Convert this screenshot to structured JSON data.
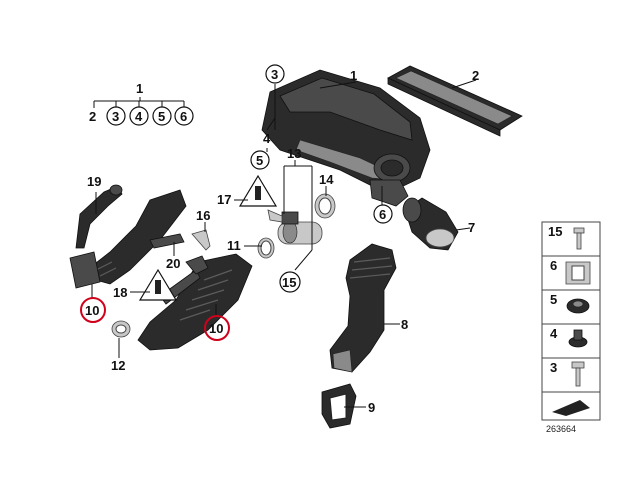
{
  "diagram": {
    "tree": {
      "root": "1",
      "children": [
        "2",
        "3",
        "4",
        "5",
        "6"
      ]
    },
    "callouts": {
      "c1": "1",
      "c2": "2",
      "c3": "3",
      "c4": "4",
      "c5": "5",
      "c6": "6",
      "c7": "7",
      "c8": "8",
      "c9": "9",
      "c10a": "10",
      "c10b": "10",
      "c11": "11",
      "c12": "12",
      "c13": "13",
      "c14": "14",
      "c15": "15",
      "c16": "16",
      "c17": "17",
      "c18": "18",
      "c19": "19",
      "c20": "20"
    },
    "legend": {
      "rows": [
        "15",
        "6",
        "5",
        "4",
        "3"
      ]
    },
    "image_number": "263664"
  }
}
